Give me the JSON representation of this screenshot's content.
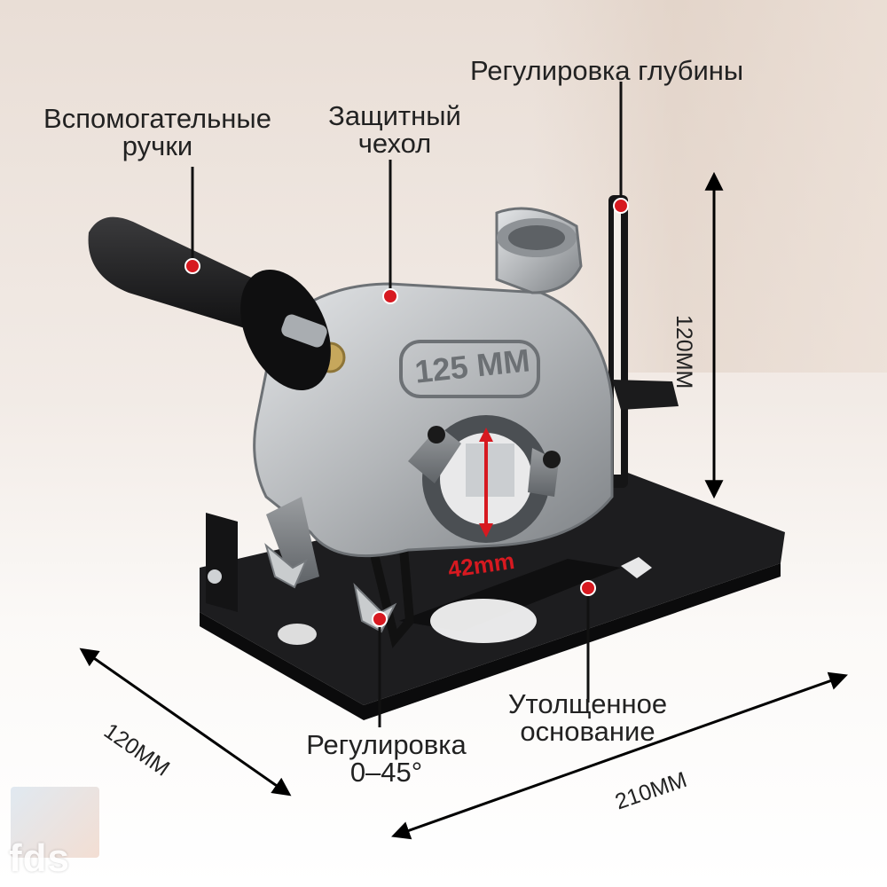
{
  "labels": {
    "aux_handle": [
      "Вспомогательные",
      "ручки"
    ],
    "guard": [
      "Защитный",
      "чехол"
    ],
    "depth_adjust": "Регулировка глубины",
    "base": [
      "Утолщенное",
      "основание"
    ],
    "angle_adjust": [
      "Регулировка",
      "0–45°"
    ]
  },
  "dimensions": {
    "height": "120MM",
    "depth": "120MM",
    "length": "210MM",
    "clamp_diameter": "42mm",
    "guard_size": "125 MM"
  },
  "watermark": "fds",
  "colors": {
    "accent_red": "#d71920",
    "metal": "#b9bcbf",
    "plate": "#1d1d1f"
  },
  "icons": {
    "marker": "red-dot-icon",
    "arrow": "double-arrow-icon"
  }
}
